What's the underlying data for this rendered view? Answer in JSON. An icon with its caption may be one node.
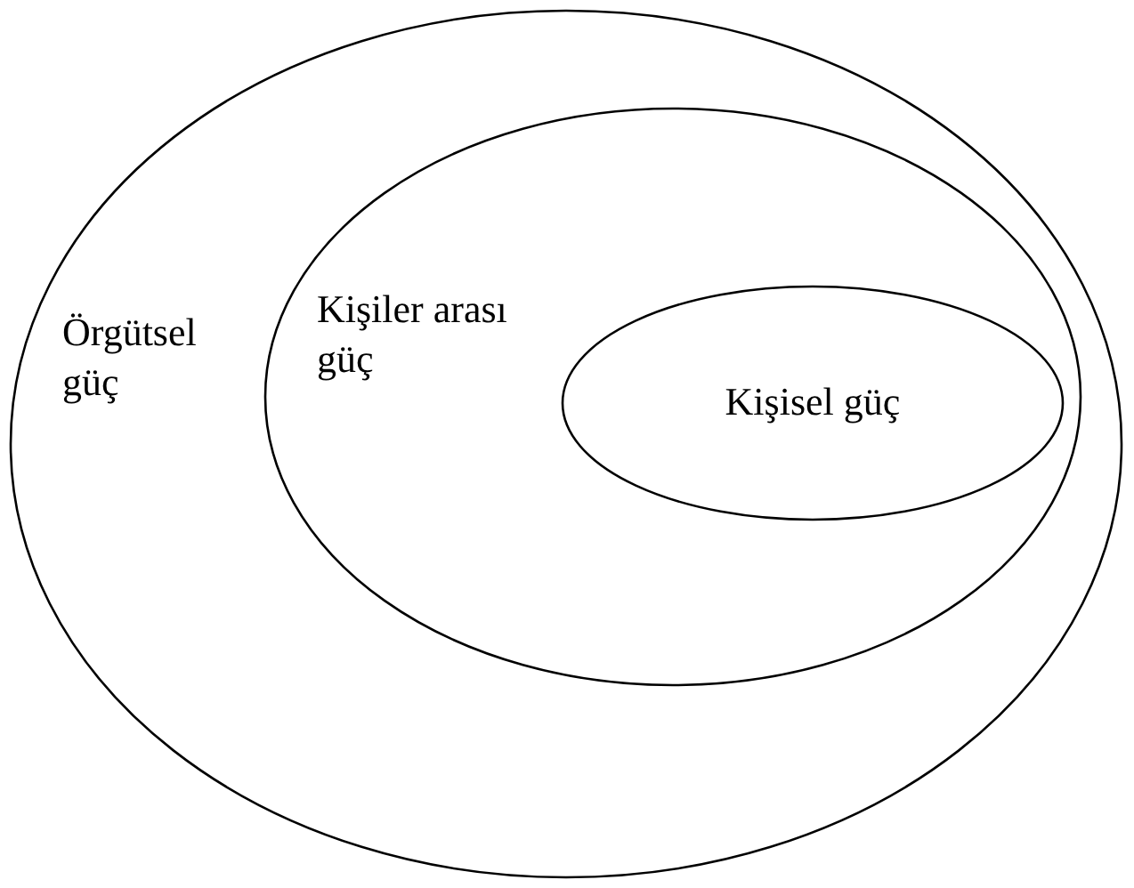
{
  "diagram": {
    "nodes": [
      {
        "text": [
          "Örgütsel güç"
        ]
      },
      {
        "text": [
          "Kişiler arası güç"
        ],
        "in": 0
      },
      {
        "text": [
          "Kişisel güç"
        ],
        "in": 1
      }
    ]
  }
}
